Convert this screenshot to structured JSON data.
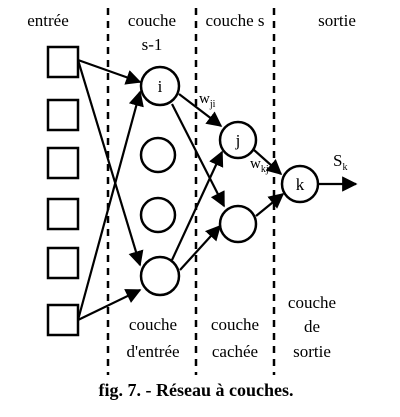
{
  "columns": {
    "input": "entrée",
    "layer_prev_line1": "couche",
    "layer_prev_line2": "s-1",
    "layer_s": "couche s",
    "output": "sortie"
  },
  "bottom_labels": {
    "input_layer_line1": "couche",
    "input_layer_line2": "d'entrée",
    "hidden_layer_line1": "couche",
    "hidden_layer_line2": "cachée",
    "output_layer_line1": "couche",
    "output_layer_line2": "de",
    "output_layer_line3": "sortie"
  },
  "nodes": {
    "i": "i",
    "j": "j",
    "k": "k"
  },
  "weights": {
    "wji_main": "w",
    "wji_sub": "ji",
    "wkj_main": "w",
    "wkj_sub": "kj"
  },
  "output_signal": {
    "main": "S",
    "sub": "k"
  },
  "caption": "fig. 7. - Réseau à couches."
}
